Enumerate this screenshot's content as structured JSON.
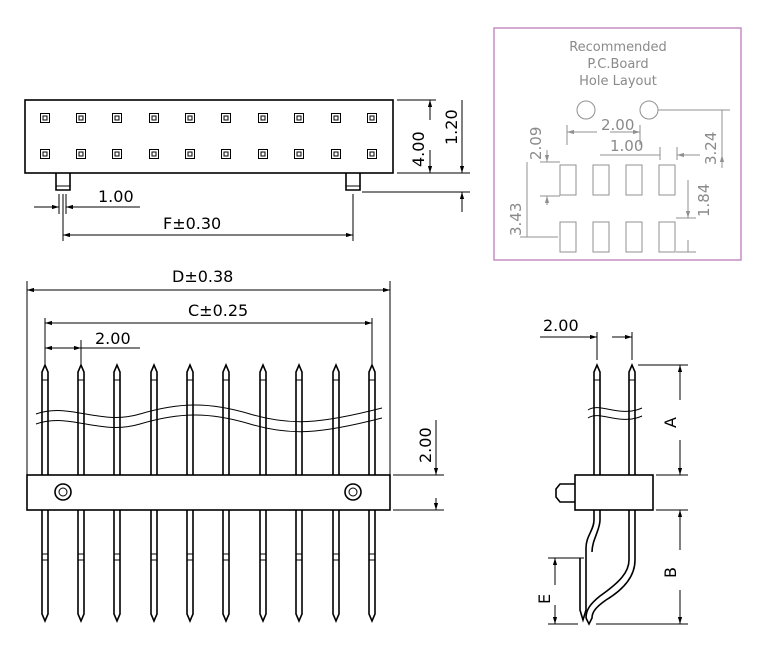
{
  "pcb_note": {
    "line1": "Recommended",
    "line2": "P.C.Board",
    "line3": "Hole Layout"
  },
  "pcb_dims": {
    "pitch_x": "2.00",
    "pitch_small": "1.00",
    "hole_offset": "2.09",
    "row_offset": "3.24",
    "pad_height": "1.84",
    "row_pitch": "3.43"
  },
  "top_view": {
    "height": "4.00",
    "row_height": "1.20",
    "pin_width": "1.00",
    "span": "F±0.30"
  },
  "front_view": {
    "overall": "D±0.38",
    "pin_span": "C±0.25",
    "pitch": "2.00",
    "body_height": "2.00"
  },
  "side_view": {
    "pitch": "2.00",
    "upper_length": "A",
    "lower_length": "B",
    "offset": "E"
  }
}
